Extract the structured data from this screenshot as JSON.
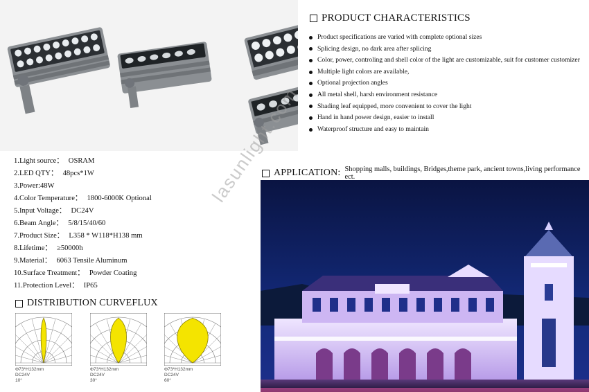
{
  "product_characteristics": {
    "title": "PRODUCT CHARACTERISTICS",
    "items": [
      "Product specifications are varied with complete optional sizes",
      "Splicing design, no dark area after splicing",
      "Color, power, controling and shell color of the light are customizable, suit for customer customizer",
      "Multiple light colors are available,",
      "Optional projection angles",
      "All metal shell, harsh environment resistance",
      "Shading leaf equipped, more convenient to cover the light",
      "Hand in hand power design, easier to install",
      "Waterproof structure and easy to maintain"
    ]
  },
  "specs": [
    {
      "label": "1.Light source：",
      "value": "OSRAM"
    },
    {
      "label": "2.LED QTY：",
      "value": "48pcs*1W"
    },
    {
      "label": "3.Power:48W",
      "value": ""
    },
    {
      "label": "4.Color Temperature：",
      "value": "1800-6000K Optional"
    },
    {
      "label": "5.Input Voltage：",
      "value": "DC24V"
    },
    {
      "label": "6.Beam Angle：",
      "value": "5/8/15/40/60"
    },
    {
      "label": "7.Product Size：",
      "value": "L358 * W118*H138 mm"
    },
    {
      "label": "8.Lifetime：",
      "value": "≥50000h"
    },
    {
      "label": "9.Material：",
      "value": "6063 Tensile Aluminum"
    },
    {
      "label": "10.Surface Treatment：",
      "value": "Powder Coating"
    },
    {
      "label": "11.Protection Level：",
      "value": "IP65"
    }
  ],
  "application": {
    "title": "APPLICATION:",
    "text": "Shopping malls, buildings, Bridges,theme park, ancient towns,living performance ect."
  },
  "distribution": {
    "title": "DISTRIBUTION CURVEFLUX",
    "curves": [
      {
        "size": "Φ73*H132mm",
        "voltage": "DC24V",
        "angle": "10°",
        "beam_deg": 10
      },
      {
        "size": "Φ73*H132mm",
        "voltage": "DC24V",
        "angle": "30°",
        "beam_deg": 30
      },
      {
        "size": "Φ73*H132mm",
        "voltage": "DC24V",
        "angle": "60°",
        "beam_deg": 60
      }
    ]
  },
  "watermark": "lasunlight.com",
  "colors": {
    "beam": "#f4e400",
    "beam_stroke": "#8a7f00",
    "night_sky": "#0b1a55",
    "facade": "#d9c8f3"
  }
}
